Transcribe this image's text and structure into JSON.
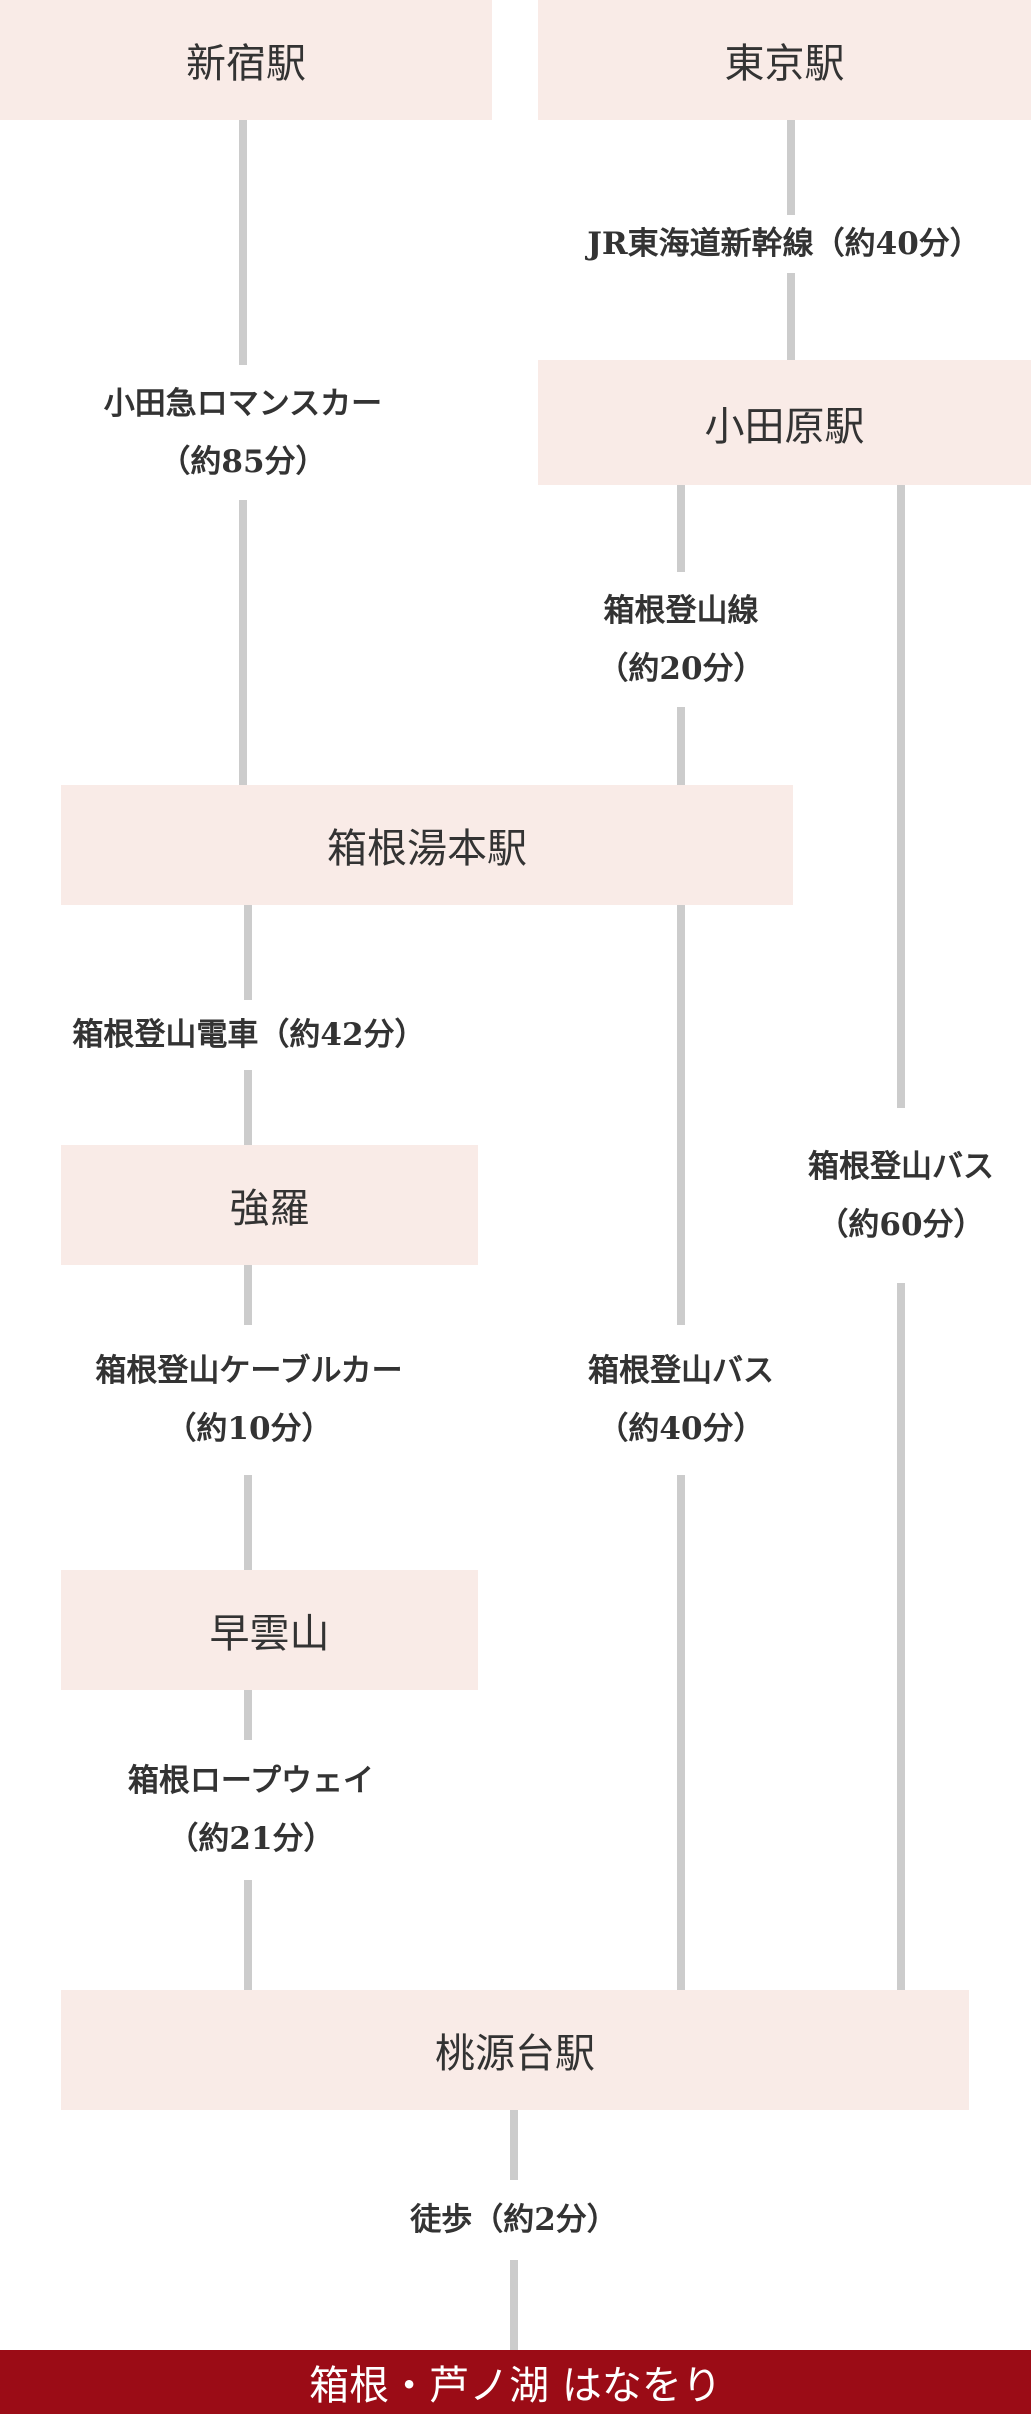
{
  "colors": {
    "station_bg": "#f9ebe7",
    "destination_bg": "#9b0c16",
    "line": "#cccccc",
    "text": "#333333"
  },
  "stations": {
    "shinjuku": "新宿駅",
    "tokyo": "東京駅",
    "odawara": "小田原駅",
    "hakone_yumoto": "箱根湯本駅",
    "gora": "強羅",
    "sounzan": "早雲山",
    "togendai": "桃源台駅",
    "destination": "箱根・芦ノ湖 はなをり"
  },
  "routes": {
    "shinkansen": {
      "line1": "JR東海道新幹線（約40分）"
    },
    "romancecar": {
      "line1": "小田急ロマンスカー",
      "line2": "（約85分）"
    },
    "tozan_line": {
      "line1": "箱根登山線",
      "line2": "（約20分）"
    },
    "tozan_train": {
      "line1": "箱根登山電車（約42分）"
    },
    "bus_60": {
      "line1": "箱根登山バス",
      "line2": "（約60分）"
    },
    "cable_car": {
      "line1": "箱根登山ケーブルカー",
      "line2": "（約10分）"
    },
    "bus_40": {
      "line1": "箱根登山バス",
      "line2": "（約40分）"
    },
    "ropeway": {
      "line1": "箱根ロープウェイ",
      "line2": "（約21分）"
    },
    "walk": {
      "line1": "徒歩（約2分）"
    }
  }
}
